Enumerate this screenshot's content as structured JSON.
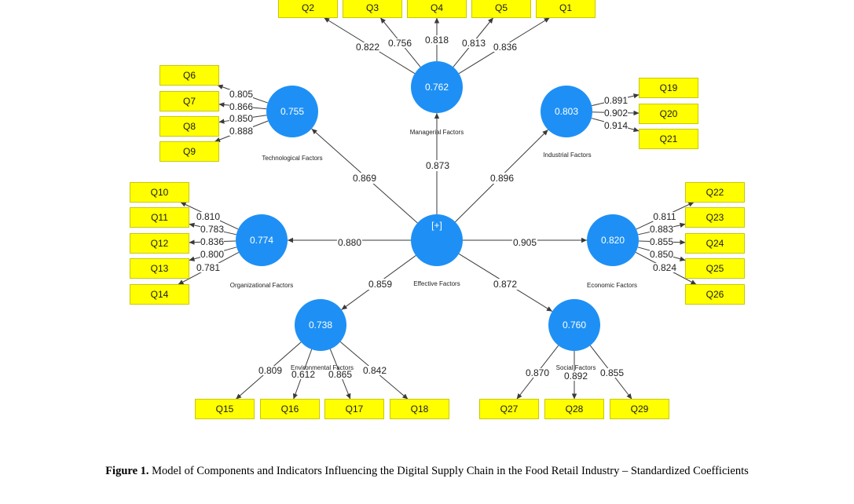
{
  "caption": {
    "label": "Figure 1.",
    "text": " Model of Components and Indicators Influencing the Digital Supply Chain in the Food Retail Industry – Standardized Coefficients"
  },
  "diagram": {
    "central": {
      "id": "EF",
      "name": "Effective Factors",
      "value": "[+]"
    },
    "constructs": [
      {
        "id": "MF",
        "name": "Managerial Factors",
        "r2": "0.762",
        "path": "0.873",
        "indicators": [
          {
            "q": "Q2",
            "w": "0.822"
          },
          {
            "q": "Q3",
            "w": "0.756"
          },
          {
            "q": "Q4",
            "w": "0.818"
          },
          {
            "q": "Q5",
            "w": "0.813"
          },
          {
            "q": "Q1",
            "w": "0.836"
          }
        ]
      },
      {
        "id": "TF",
        "name": "Technological Factors",
        "r2": "0.755",
        "path": "0.869",
        "indicators": [
          {
            "q": "Q6",
            "w": "0.805"
          },
          {
            "q": "Q7",
            "w": "0.866"
          },
          {
            "q": "Q8",
            "w": "0.850"
          },
          {
            "q": "Q9",
            "w": "0.888"
          }
        ]
      },
      {
        "id": "IF",
        "name": "Industrial Factors",
        "r2": "0.803",
        "path": "0.896",
        "indicators": [
          {
            "q": "Q19",
            "w": "0.891"
          },
          {
            "q": "Q20",
            "w": "0.902"
          },
          {
            "q": "Q21",
            "w": "0.914"
          }
        ]
      },
      {
        "id": "OF",
        "name": "Organizational Factors",
        "r2": "0.774",
        "path": "0.880",
        "indicators": [
          {
            "q": "Q10",
            "w": "0.810"
          },
          {
            "q": "Q11",
            "w": "0.783"
          },
          {
            "q": "Q12",
            "w": "0.836"
          },
          {
            "q": "Q13",
            "w": "0.800"
          },
          {
            "q": "Q14",
            "w": "0.781"
          }
        ]
      },
      {
        "id": "ECF",
        "name": "Economic Factors",
        "r2": "0.820",
        "path": "0.905",
        "indicators": [
          {
            "q": "Q22",
            "w": "0.811"
          },
          {
            "q": "Q23",
            "w": "0.883"
          },
          {
            "q": "Q24",
            "w": "0.855"
          },
          {
            "q": "Q25",
            "w": "0.850"
          },
          {
            "q": "Q26",
            "w": "0.824"
          }
        ]
      },
      {
        "id": "ENF",
        "name": "Environmental Factors",
        "r2": "0.738",
        "path": "0.859",
        "indicators": [
          {
            "q": "Q15",
            "w": "0.809"
          },
          {
            "q": "Q16",
            "w": "0.612"
          },
          {
            "q": "Q17",
            "w": "0.865"
          },
          {
            "q": "Q18",
            "w": "0.842"
          }
        ]
      },
      {
        "id": "SF",
        "name": "Social Factors",
        "r2": "0.760",
        "path": "0.872",
        "indicators": [
          {
            "q": "Q27",
            "w": "0.870"
          },
          {
            "q": "Q28",
            "w": "0.892"
          },
          {
            "q": "Q29",
            "w": "0.855"
          }
        ]
      }
    ]
  },
  "colors": {
    "latent": "#1e90f5",
    "indicator": "#ffff00",
    "line": "#3a3a3a"
  }
}
